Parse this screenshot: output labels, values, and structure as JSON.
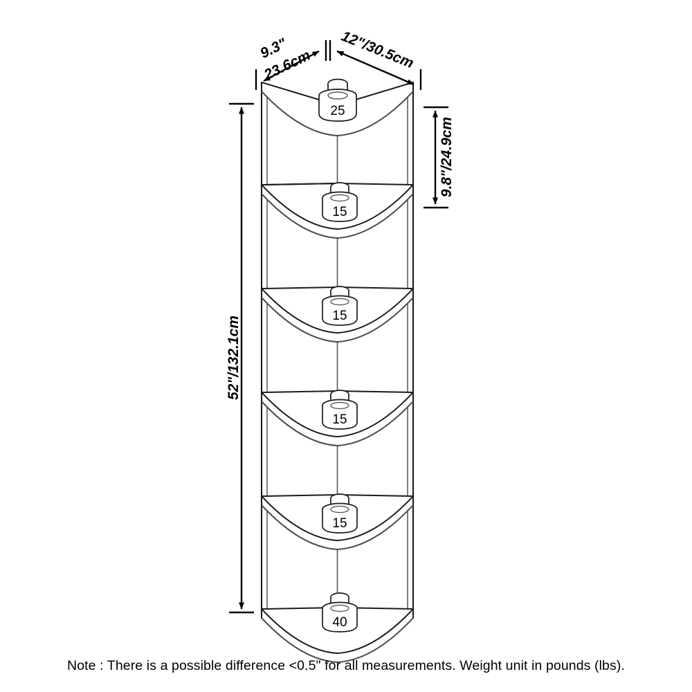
{
  "document": {
    "type": "product-dimension-diagram",
    "subject": "5-tier corner shelf unit",
    "note": "Note : There is a possible difference <0.5\" for all measurements. Weight unit in pounds (lbs)."
  },
  "dimensions": {
    "depth_left": "9.3\"",
    "depth_left_metric": "23.6cm",
    "width_right": "12\"/30.5cm",
    "shelf_spacing": "9.8\"/24.9cm",
    "total_height": "52\"/132.1cm"
  },
  "shelves": [
    {
      "id": "shelf-1",
      "position": "top",
      "capacity": "25"
    },
    {
      "id": "shelf-2",
      "position": "second",
      "capacity": "15"
    },
    {
      "id": "shelf-3",
      "position": "third",
      "capacity": "15"
    },
    {
      "id": "shelf-4",
      "position": "fourth",
      "capacity": "15"
    },
    {
      "id": "shelf-5",
      "position": "fifth",
      "capacity": "15"
    },
    {
      "id": "shelf-6",
      "position": "bottom",
      "capacity": "40"
    }
  ],
  "colors": {
    "line": "#1a1a1a",
    "thin_line": "#555555",
    "background": "#ffffff"
  }
}
